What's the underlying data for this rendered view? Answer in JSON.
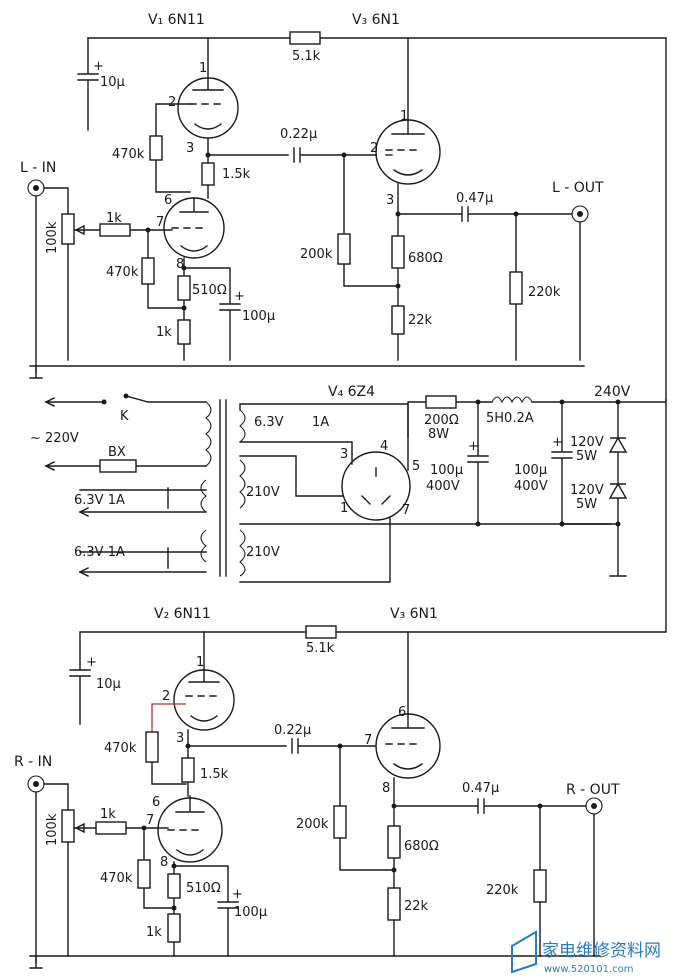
{
  "tubes": {
    "v1": "V₁ 6N11",
    "v3_top": "V₃ 6N1",
    "v4": "V₄ 6Z4",
    "v2": "V₂ 6N11",
    "v3_bottom": "V₃ 6N1"
  },
  "pins": {
    "p1": "1",
    "p2": "2",
    "p3": "3",
    "p4": "4",
    "p5": "5",
    "p6": "6",
    "p7": "7",
    "p8": "8"
  },
  "left_channel": {
    "input": "L - IN",
    "output": "L - OUT",
    "r_supply": "5.1k",
    "c_filter": "10μ",
    "r_470k_a": "470k",
    "c_couple": "0.22μ",
    "r_1k5": "1.5k",
    "r_1k_in": "1k",
    "pot": "100k",
    "r_470k_b": "470k",
    "r_510": "510Ω",
    "c_bypass": "100μ",
    "r_1k": "1k",
    "r_200k": "200k",
    "r_680": "680Ω",
    "r_22k": "22k",
    "c_out": "0.47μ",
    "r_220k": "220k"
  },
  "power": {
    "switch": "K",
    "mains": "~ 220V",
    "fuse": "BX",
    "heater_a": "6.3V 1A",
    "heater_b": "6.3V 1A",
    "sec_heater": "6.3V",
    "sec_heater_current": "1A",
    "hv_a": "210V",
    "hv_b": "210V",
    "r_series": "200Ω",
    "r_series_power": "8W",
    "choke": "5H0.2A",
    "cap_a": "100μ",
    "cap_a_v": "400V",
    "cap_b": "100μ",
    "cap_b_v": "400V",
    "zener_a": "120V",
    "zener_a_w": "5W",
    "zener_b": "120V",
    "zener_b_w": "5W",
    "b_plus": "240V"
  },
  "right_channel": {
    "input": "R - IN",
    "output": "R - OUT",
    "r_supply": "5.1k",
    "c_filter": "10μ",
    "r_470k_a": "470k",
    "c_couple": "0.22μ",
    "r_1k5": "1.5k",
    "r_1k_in": "1k",
    "pot": "100k",
    "r_470k_b": "470k",
    "r_510": "510Ω",
    "c_bypass": "100μ",
    "r_1k": "1k",
    "r_200k": "200k",
    "r_680": "680Ω",
    "r_22k": "22k",
    "c_out": "0.47μ",
    "r_220k": "220k"
  },
  "watermark": {
    "title": "家电维修资料网",
    "url": "www.520101.com"
  }
}
